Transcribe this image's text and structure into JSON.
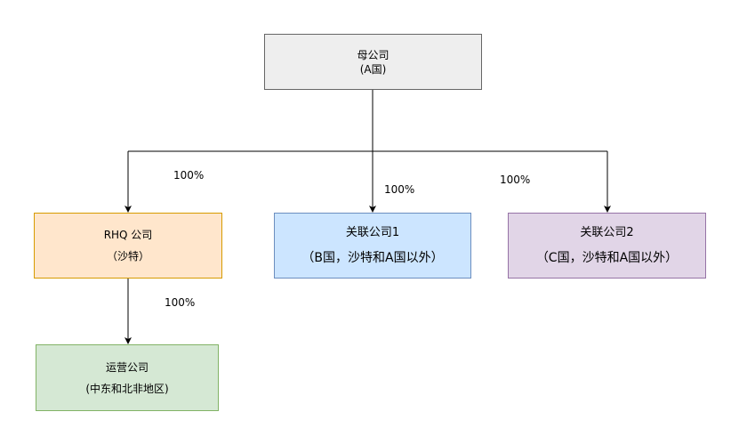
{
  "colors": {
    "parent_fill": "#eeeeee",
    "rhq_fill": "#ffe6cc",
    "affiliate1_fill": "#cce5ff",
    "affiliate2_fill": "#e1d5e7",
    "operating_fill": "#d5e8d4",
    "edge": "#000000"
  },
  "nodes": {
    "parent": {
      "line1": "母公司",
      "line2": "(A国)"
    },
    "rhq": {
      "line1": "RHQ 公司",
      "line2": "（沙特）"
    },
    "affiliate1": {
      "line1": "关联公司1",
      "line2": "（B国，沙特和A国以外）"
    },
    "affiliate2": {
      "line1": "关联公司2",
      "line2": "（C国，沙特和A国以外）"
    },
    "operating": {
      "line1": "运营公司",
      "line2": "(中东和北非地区)"
    }
  },
  "edges": {
    "parent_to_rhq": {
      "label": "100%"
    },
    "parent_to_affiliate1": {
      "label": "100%"
    },
    "parent_to_affiliate2": {
      "label": "100%"
    },
    "rhq_to_operating": {
      "label": "100%"
    }
  }
}
